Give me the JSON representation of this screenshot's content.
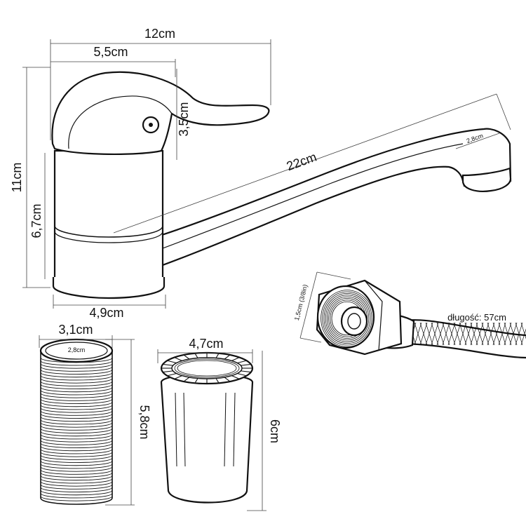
{
  "faucet": {
    "total_width": "12cm",
    "handle_width": "5,5cm",
    "handle_height": "3,5cm",
    "total_height": "11cm",
    "body_height": "6,7cm",
    "base_width": "4,9cm",
    "spout_length": "22cm",
    "spout_tip_diameter": "2,8cm"
  },
  "aerator_sleeve": {
    "outer_diameter": "3,1cm",
    "inner_diameter": "2,8cm",
    "height": "5,8cm"
  },
  "nut": {
    "diameter": "4,7cm",
    "height": "6cm"
  },
  "hose": {
    "connector_size": "1,5cm (3/8in)",
    "length": "długość: 57cm"
  }
}
